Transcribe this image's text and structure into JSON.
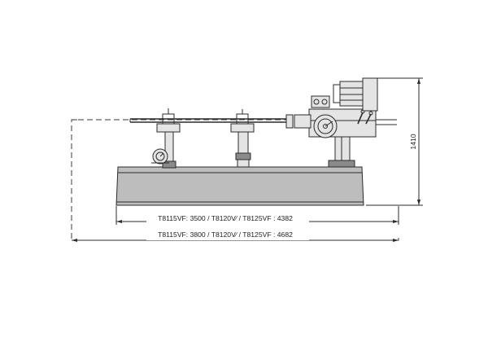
{
  "dimensions": {
    "length_inner": "T8115VF: 3500 / T8120V⁄ / T8125VF : 4382",
    "length_outer": "T8115VF: 3800 / T8120V⁄ / T8125VF : 4682",
    "height": "1410"
  },
  "colors": {
    "line": "#2b2b2b",
    "base_fill": "#bdbdbd",
    "background": "#ffffff"
  }
}
